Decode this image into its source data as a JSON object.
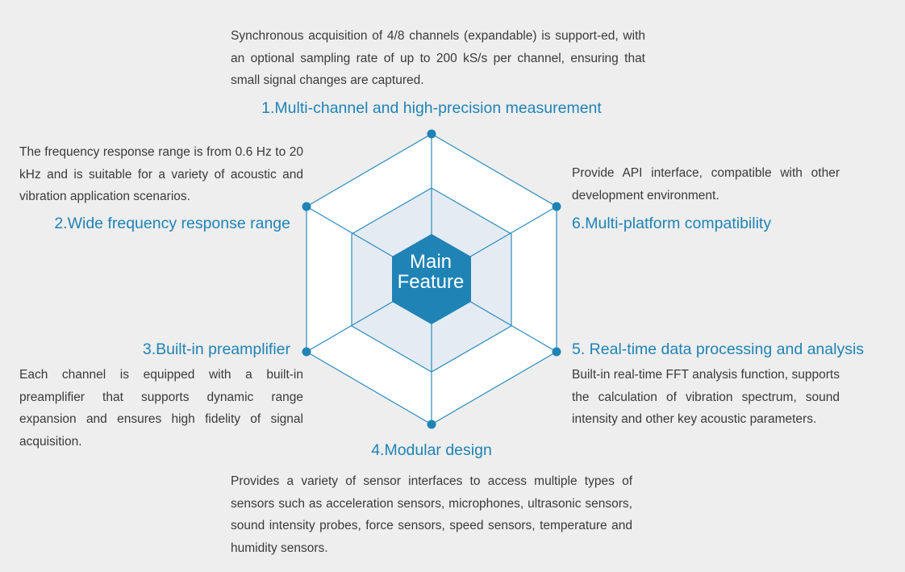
{
  "center_label": [
    "Main",
    "Feature"
  ],
  "colors": {
    "background": "#eeeeee",
    "accent": "#1f83b5",
    "outline": "#2a8cbd",
    "inner_fill": "#e5ebf3",
    "center_fill": "#1f83b5",
    "ring_fill": "#ffffff"
  },
  "features": [
    {
      "title": "1.Multi-channel and high-precision measurement",
      "description": "Synchronous acquisition of 4/8 channels (expandable) is support-ed, with an optional sampling rate of up to 200 kS/s per channel, ensuring that small signal changes are captured."
    },
    {
      "title": "2.Wide frequency response range",
      "description": "The frequency response range is from 0.6 Hz to 20 kHz and is suitable for a variety of acoustic and vibration application scenarios."
    },
    {
      "title": "3.Built-in preamplifier",
      "description": "Each channel is equipped with a built-in preamplifier that supports dynamic range expansion and ensures high fidelity of signal acquisition."
    },
    {
      "title": "4.Modular design",
      "description": "Provides a variety of sensor interfaces to access multiple types of sensors such as acceleration sensors, microphones, ultrasonic sensors, sound intensity probes, force sensors, speed sensors, temperature and humidity sensors."
    },
    {
      "title": "5. Real-time data processing and analysis",
      "description": "Built-in real-time FFT analysis function, supports the calculation of vibration spectrum, sound intensity and other key acoustic parameters."
    },
    {
      "title": "6.Multi-platform compatibility",
      "description": "Provide API interface, compatible with other development environment."
    }
  ]
}
